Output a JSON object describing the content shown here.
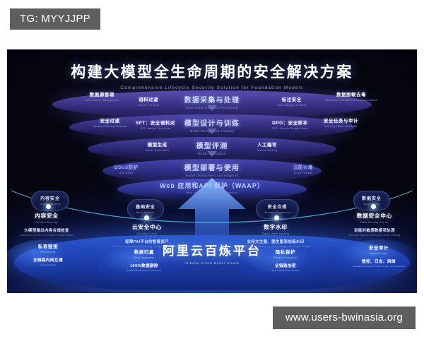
{
  "watermarks": {
    "tg": "TG: MYYJJPP",
    "url": "www.users-bwinasia.org"
  },
  "header": {
    "title_cn": "构建大模型全生命周期的安全解决方案",
    "title_en": "Comprehensive Lifecycle Security Solution for Foundation Models"
  },
  "stages": [
    {
      "center_cn": "数据采集与处理",
      "center_en": "Data Collection and Processing",
      "left_far": {
        "cn": "数据源管理",
        "en": "Data Source Management"
      },
      "left_near": {
        "cn": "语料过滤",
        "en": "Corpus Filtering"
      },
      "right_near": {
        "cn": "标注安全",
        "en": "Data Tagging Security"
      },
      "right_far": {
        "cn": "数据脱敏去毒",
        "en": "Data Desensitization and Detoxification"
      }
    },
    {
      "center_cn": "模型设计与训练",
      "center_en": "Model Design and Training",
      "left_far": {
        "cn": "安全过滤",
        "en": "Secure Filtering Methods"
      },
      "left_near": {
        "cn": "SFT：安全语料对",
        "en": "SFT: Secure Text Pairs"
      },
      "right_near": {
        "cn": "DPO：安全样本",
        "en": "DPO: Secure Sample Pairs"
      },
      "right_far": {
        "cn": "安全任务与审计",
        "en": "Security Tasks and Audit"
      }
    },
    {
      "center_cn": "模型评测",
      "center_en": "Model Evaluation",
      "left_near": {
        "cn": "模型生成",
        "en": "Model Generation"
      },
      "right_near": {
        "cn": "人工编写",
        "en": "Manual Writing"
      }
    },
    {
      "center_cn": "模型部署与使用",
      "center_en": "Model Deployment and Adoption",
      "left_far": {
        "cn": "DDoS防护",
        "en": "Anti-DDoS"
      },
      "right_far": {
        "cn": "云防火墙",
        "en": "Cloud Firewall"
      }
    }
  ],
  "waap": {
    "cn": "Web 应用和API 保护（WAAP）",
    "en": "Web Application and API Protection"
  },
  "pills": [
    {
      "cn": "内容安全",
      "en": "Content Security"
    },
    {
      "cn": "基础安全",
      "en": "Basic Security"
    },
    {
      "cn": "安全合规",
      "en": "Security Compliance"
    },
    {
      "cn": "数据安全",
      "en": "Data Security"
    }
  ],
  "timeline_nodes": [
    {
      "cn": "内容安全",
      "en": "Content Security",
      "desc_cn": "大模型输出内容合规检查",
      "desc_en": "Compliance Check of Foundation Model Output"
    },
    {
      "cn": "云安全中心",
      "en": "Security Center",
      "desc_cn": "保障PAI平台的智算资产",
      "desc_en": "Protection for Intelligent Computing Assets of the PAI Platform"
    },
    {
      "cn": "数字水印",
      "en": "Digital Watermarking",
      "desc_cn": "支持文生图、图生图添加暗水印",
      "desc_en": "Invisible Watermarking for Text-to-Image and Image-to-Image"
    },
    {
      "cn": "数据安全中心",
      "en": "Data Security Center",
      "desc_cn": "训练时敏感数据项处理",
      "desc_en": "Sensitive Data Processing for Model Training"
    }
  ],
  "base": {
    "title_cn": "阿里云百炼平台",
    "title_en": "Alibaba Cloud Model Studio",
    "bubbles": [
      {
        "cn": "私有链接",
        "en": "Private Link",
        "sub_cn": "全链路内网互通",
        "sub_en": "Interconnection"
      },
      {
        "cn": "数据归属",
        "en": "Data Ownership",
        "sub_cn": "100%数据删除",
        "sub_en": "100% Data Deletion Confirmed"
      },
      {
        "cn": "隐私保护",
        "en": "Privacy Protection",
        "sub_cn": "全链路加密",
        "sub_en": "E2E Transmit Encryption"
      },
      {
        "cn": "安全审计",
        "en": "Security Audit",
        "sub_cn": "管控、日志、网络",
        "sub_en": "Management and Controls, Logs, and Networks"
      }
    ]
  },
  "colors": {
    "accent_blue": "#2c5cd7",
    "purple_layer": "#6054be",
    "text_white": "#ffffff",
    "watermark_gray": "#5e5e5e"
  }
}
